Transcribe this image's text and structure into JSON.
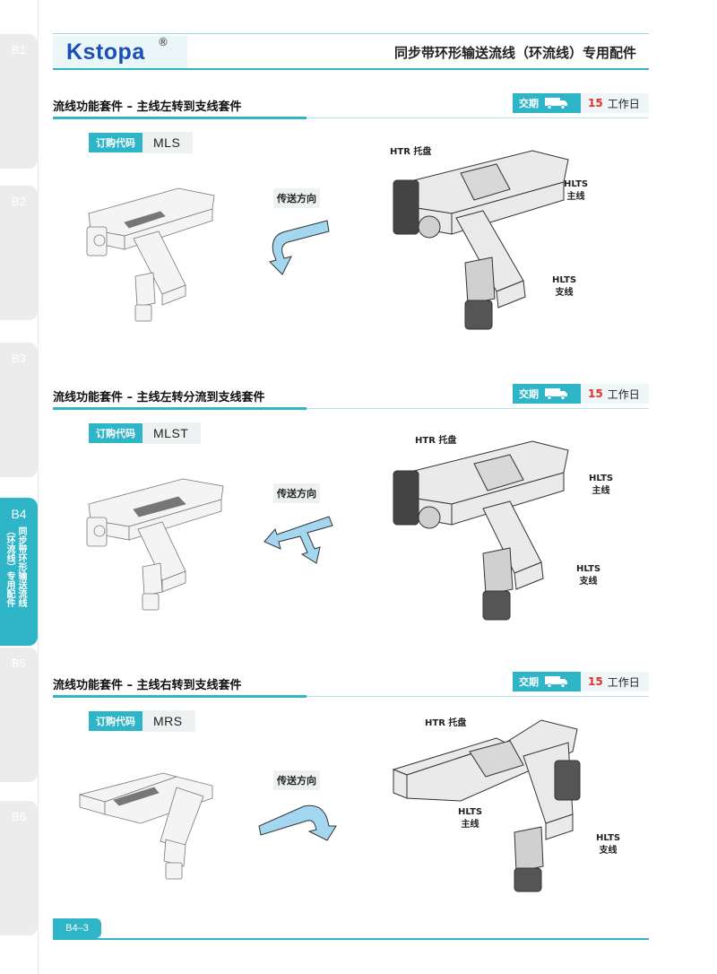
{
  "header": {
    "logo": "Kstopa",
    "reg": "®",
    "title": "同步带环形输送流线（环流线）专用配件"
  },
  "side_tabs": [
    {
      "code": "B1"
    },
    {
      "code": "B2"
    },
    {
      "code": "B3"
    },
    {
      "code": "B4",
      "lines": [
        "同步带环形输送流线",
        "（环流线）专用配件"
      ]
    },
    {
      "code": "B5"
    },
    {
      "code": "B6"
    }
  ],
  "sections": [
    {
      "title": "流线功能套件 – 主线左转到支线套件",
      "lead_label": "交期",
      "lead_days": "15",
      "lead_unit": "工作日",
      "order_label": "订购代码",
      "order_code": "MLS",
      "flow_label": "传送方向",
      "callouts": {
        "tray": "HTR 托盘",
        "main_1": "HLTS",
        "main_2": "主线",
        "branch_1": "HLTS",
        "branch_2": "支线"
      }
    },
    {
      "title": "流线功能套件 – 主线左转分流到支线套件",
      "lead_label": "交期",
      "lead_days": "15",
      "lead_unit": "工作日",
      "order_label": "订购代码",
      "order_code": "MLST",
      "flow_label": "传送方向",
      "callouts": {
        "tray": "HTR 托盘",
        "main_1": "HLTS",
        "main_2": "主线",
        "branch_1": "HLTS",
        "branch_2": "支线"
      }
    },
    {
      "title": "流线功能套件 – 主线右转到支线套件",
      "lead_label": "交期",
      "lead_days": "15",
      "lead_unit": "工作日",
      "order_label": "订购代码",
      "order_code": "MRS",
      "flow_label": "传送方向",
      "callouts": {
        "tray": "HTR 托盘",
        "main_1": "HLTS",
        "main_2": "主线",
        "branch_1": "HLTS",
        "branch_2": "支线"
      }
    }
  ],
  "footer": {
    "page": "B4–3"
  },
  "colors": {
    "accent": "#2eb5c7",
    "brand": "#1a4fb5",
    "lead_days": "#e0312a"
  }
}
